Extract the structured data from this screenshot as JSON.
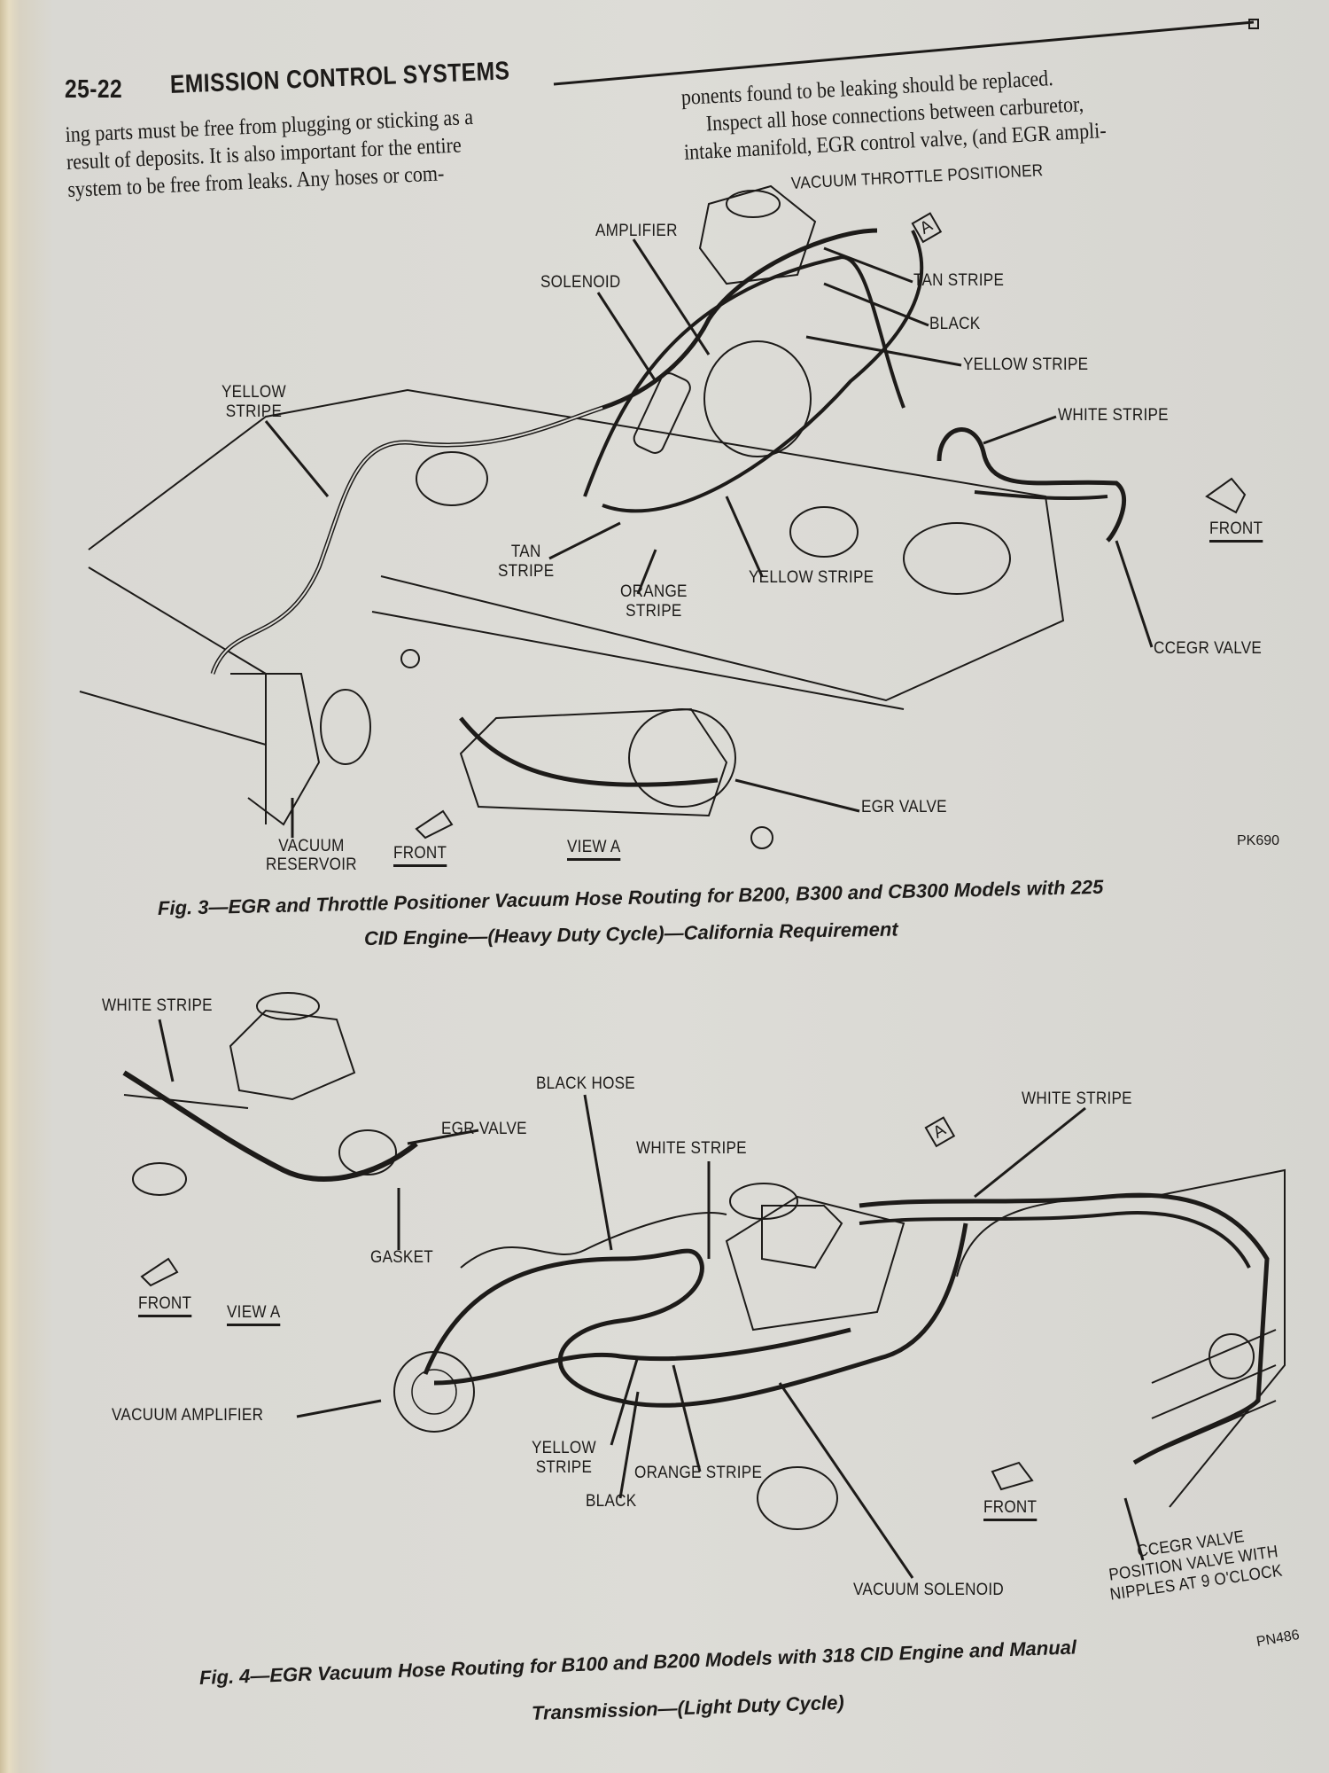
{
  "header": {
    "page_number": "25-22",
    "section_title": "EMISSION CONTROL SYSTEMS"
  },
  "body": {
    "left_column": [
      "ing parts must be free from plugging or sticking as a",
      "result of deposits. It is also important for the entire",
      "system to be free from leaks. Any hoses or com-"
    ],
    "right_column": [
      "ponents found to be leaking should be replaced.",
      "Inspect all hose connections between carburetor,",
      "intake manifold, EGR control valve, (and EGR ampli-"
    ]
  },
  "fig3": {
    "labels": {
      "vtp": "VACUUM THROTTLE POSITIONER",
      "amplifier": "AMPLIFIER",
      "solenoid": "SOLENOID",
      "tan_stripe_r": "TAN STRIPE",
      "black": "BLACK",
      "yellow_stripe_r": "YELLOW STRIPE",
      "white_stripe": "WHITE STRIPE",
      "yellow_stripe_l1": "YELLOW",
      "yellow_stripe_l2": "STRIPE",
      "front_r": "FRONT",
      "tan_stripe_1": "TAN",
      "tan_stripe_2": "STRIPE",
      "orange_stripe_1": "ORANGE",
      "orange_stripe_2": "STRIPE",
      "yellow_stripe_m": "YELLOW STRIPE",
      "ccegr_valve": "CCEGR VALVE",
      "egr_valve": "EGR VALVE",
      "vacuum_reservoir_1": "VACUUM",
      "vacuum_reservoir_2": "RESERVOIR",
      "front_l": "FRONT",
      "view_a": "VIEW A",
      "view_marker": "A"
    },
    "code": "PK690",
    "caption_1": "Fig. 3—EGR and Throttle Positioner Vacuum Hose Routing for B200, B300 and CB300 Models with 225",
    "caption_2": "CID Engine—(Heavy Duty Cycle)—California Requirement"
  },
  "fig4": {
    "labels": {
      "white_stripe_l": "WHITE STRIPE",
      "black_hose": "BLACK HOSE",
      "egr_valve": "EGR VALVE",
      "white_stripe_r": "WHITE STRIPE",
      "white_stripe_m": "WHITE STRIPE",
      "gasket": "GASKET",
      "front_l": "FRONT",
      "view_a": "VIEW A",
      "vacuum_amplifier": "VACUUM AMPLIFIER",
      "yellow_stripe_1": "YELLOW",
      "yellow_stripe_2": "STRIPE",
      "orange_stripe": "ORANGE STRIPE",
      "black": "BLACK",
      "front_r": "FRONT",
      "vacuum_solenoid": "VACUUM SOLENOID",
      "ccegr_1": "CCEGR VALVE",
      "ccegr_2": "POSITION VALVE WITH",
      "ccegr_3": "NIPPLES AT 9 O'CLOCK",
      "view_marker": "A"
    },
    "code": "PN486",
    "caption_1": "Fig. 4—EGR Vacuum Hose Routing for B100 and B200 Models with 318 CID Engine and Manual",
    "caption_2": "Transmission—(Light Duty Cycle)"
  }
}
